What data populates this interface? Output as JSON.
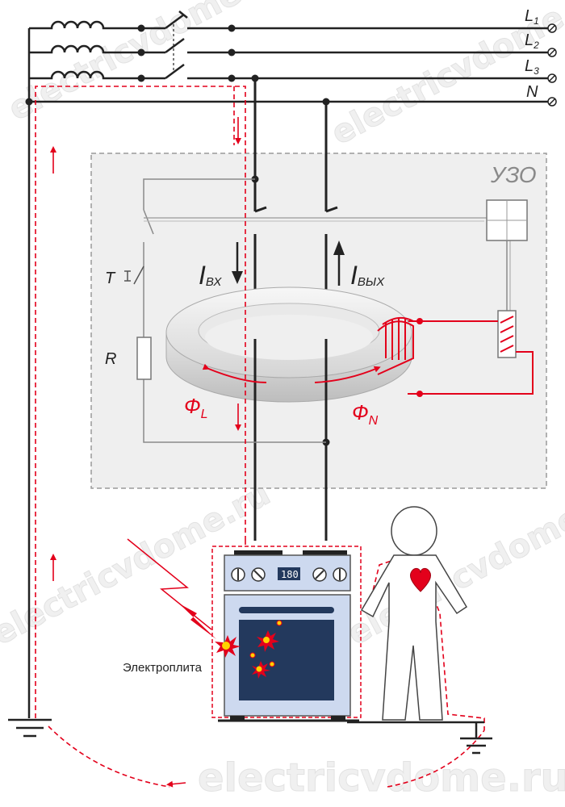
{
  "lines": {
    "l1": "L",
    "l1_sub": "1",
    "l2": "L",
    "l2_sub": "2",
    "l3": "L",
    "l3_sub": "3",
    "n": "N"
  },
  "rcd": {
    "label": "УЗО",
    "test_button": "T",
    "resistor": "R"
  },
  "currents": {
    "i_in": "I",
    "i_in_sub": "ВХ",
    "i_out": "I",
    "i_out_sub": "ВЫХ"
  },
  "fluxes": {
    "phi_l": "Ф",
    "phi_l_sub": "L",
    "phi_n": "Ф",
    "phi_n_sub": "N"
  },
  "stove": {
    "label": "Электроплита",
    "display": "180"
  },
  "watermark": {
    "text": "electricvdome.ru"
  },
  "colors": {
    "wire": "#222222",
    "leak": "#e3001b",
    "rcd_box": "#efefef",
    "stove_body": "#cdd9ef",
    "oven_window": "#23395d",
    "heart": "#e3001b"
  }
}
